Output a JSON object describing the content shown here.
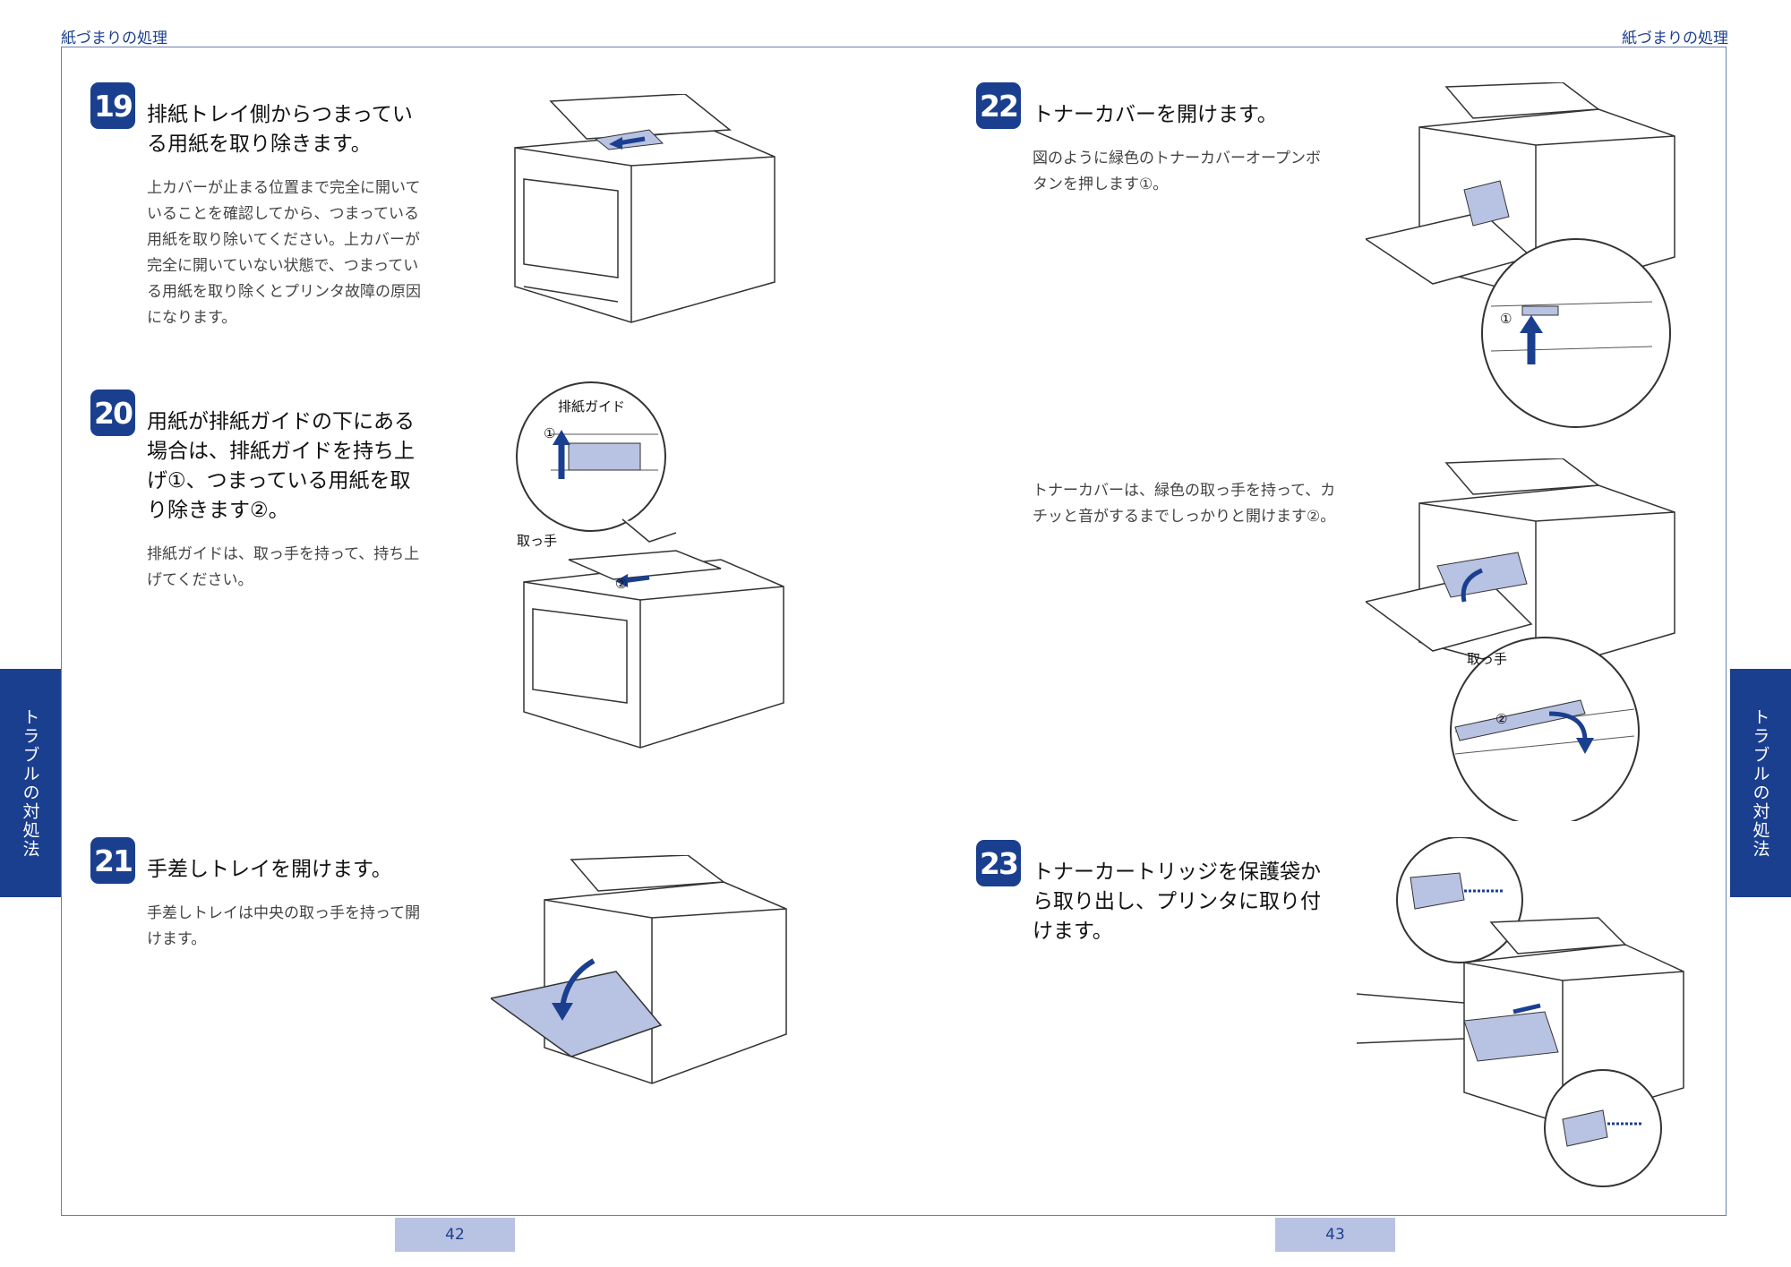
{
  "header": {
    "left": "紙づまりの処理",
    "right": "紙づまりの処理"
  },
  "side_tab": {
    "left": "トラブルの対処法",
    "right": "トラブルの対処法"
  },
  "page_numbers": {
    "left": "42",
    "right": "43"
  },
  "steps": [
    {
      "number": "19",
      "title": "排紙トレイ側からつまっている用紙を取り除きます。",
      "body": "上カバーが止まる位置まで完全に開いていることを確認してから、つまっている用紙を取り除いてください。上カバーが完全に開いていない状態で、つまっている用紙を取り除くとプリンタ故障の原因になります。"
    },
    {
      "number": "20",
      "title": "用紙が排紙ガイドの下にある場合は、排紙ガイドを持ち上げ①、つまっている用紙を取り除きます②。",
      "body": "排紙ガイドは、取っ手を持って、持ち上げてください。"
    },
    {
      "number": "21",
      "title": "手差しトレイを開けます。",
      "body": "手差しトレイは中央の取っ手を持って開けます。"
    },
    {
      "number": "22",
      "title": "トナーカバーを開けます。",
      "body": "図のように緑色のトナーカバーオープンボタンを押します①。"
    },
    {
      "number": "23",
      "title": "トナーカートリッジを保護袋から取り出し、プリンタに取り付けます。",
      "body": ""
    }
  ],
  "note_22b": "トナーカバーは、緑色の取っ手を持って、カチッと音がするまでしっかりと開けます②。",
  "callouts": {
    "paper_guide": "排紙ガイド",
    "handle_20": "取っ手",
    "handle_22": "取っ手",
    "circle1_20": "①",
    "circle2_20": "②",
    "circle1_22": "①",
    "circle2_22": "②"
  }
}
